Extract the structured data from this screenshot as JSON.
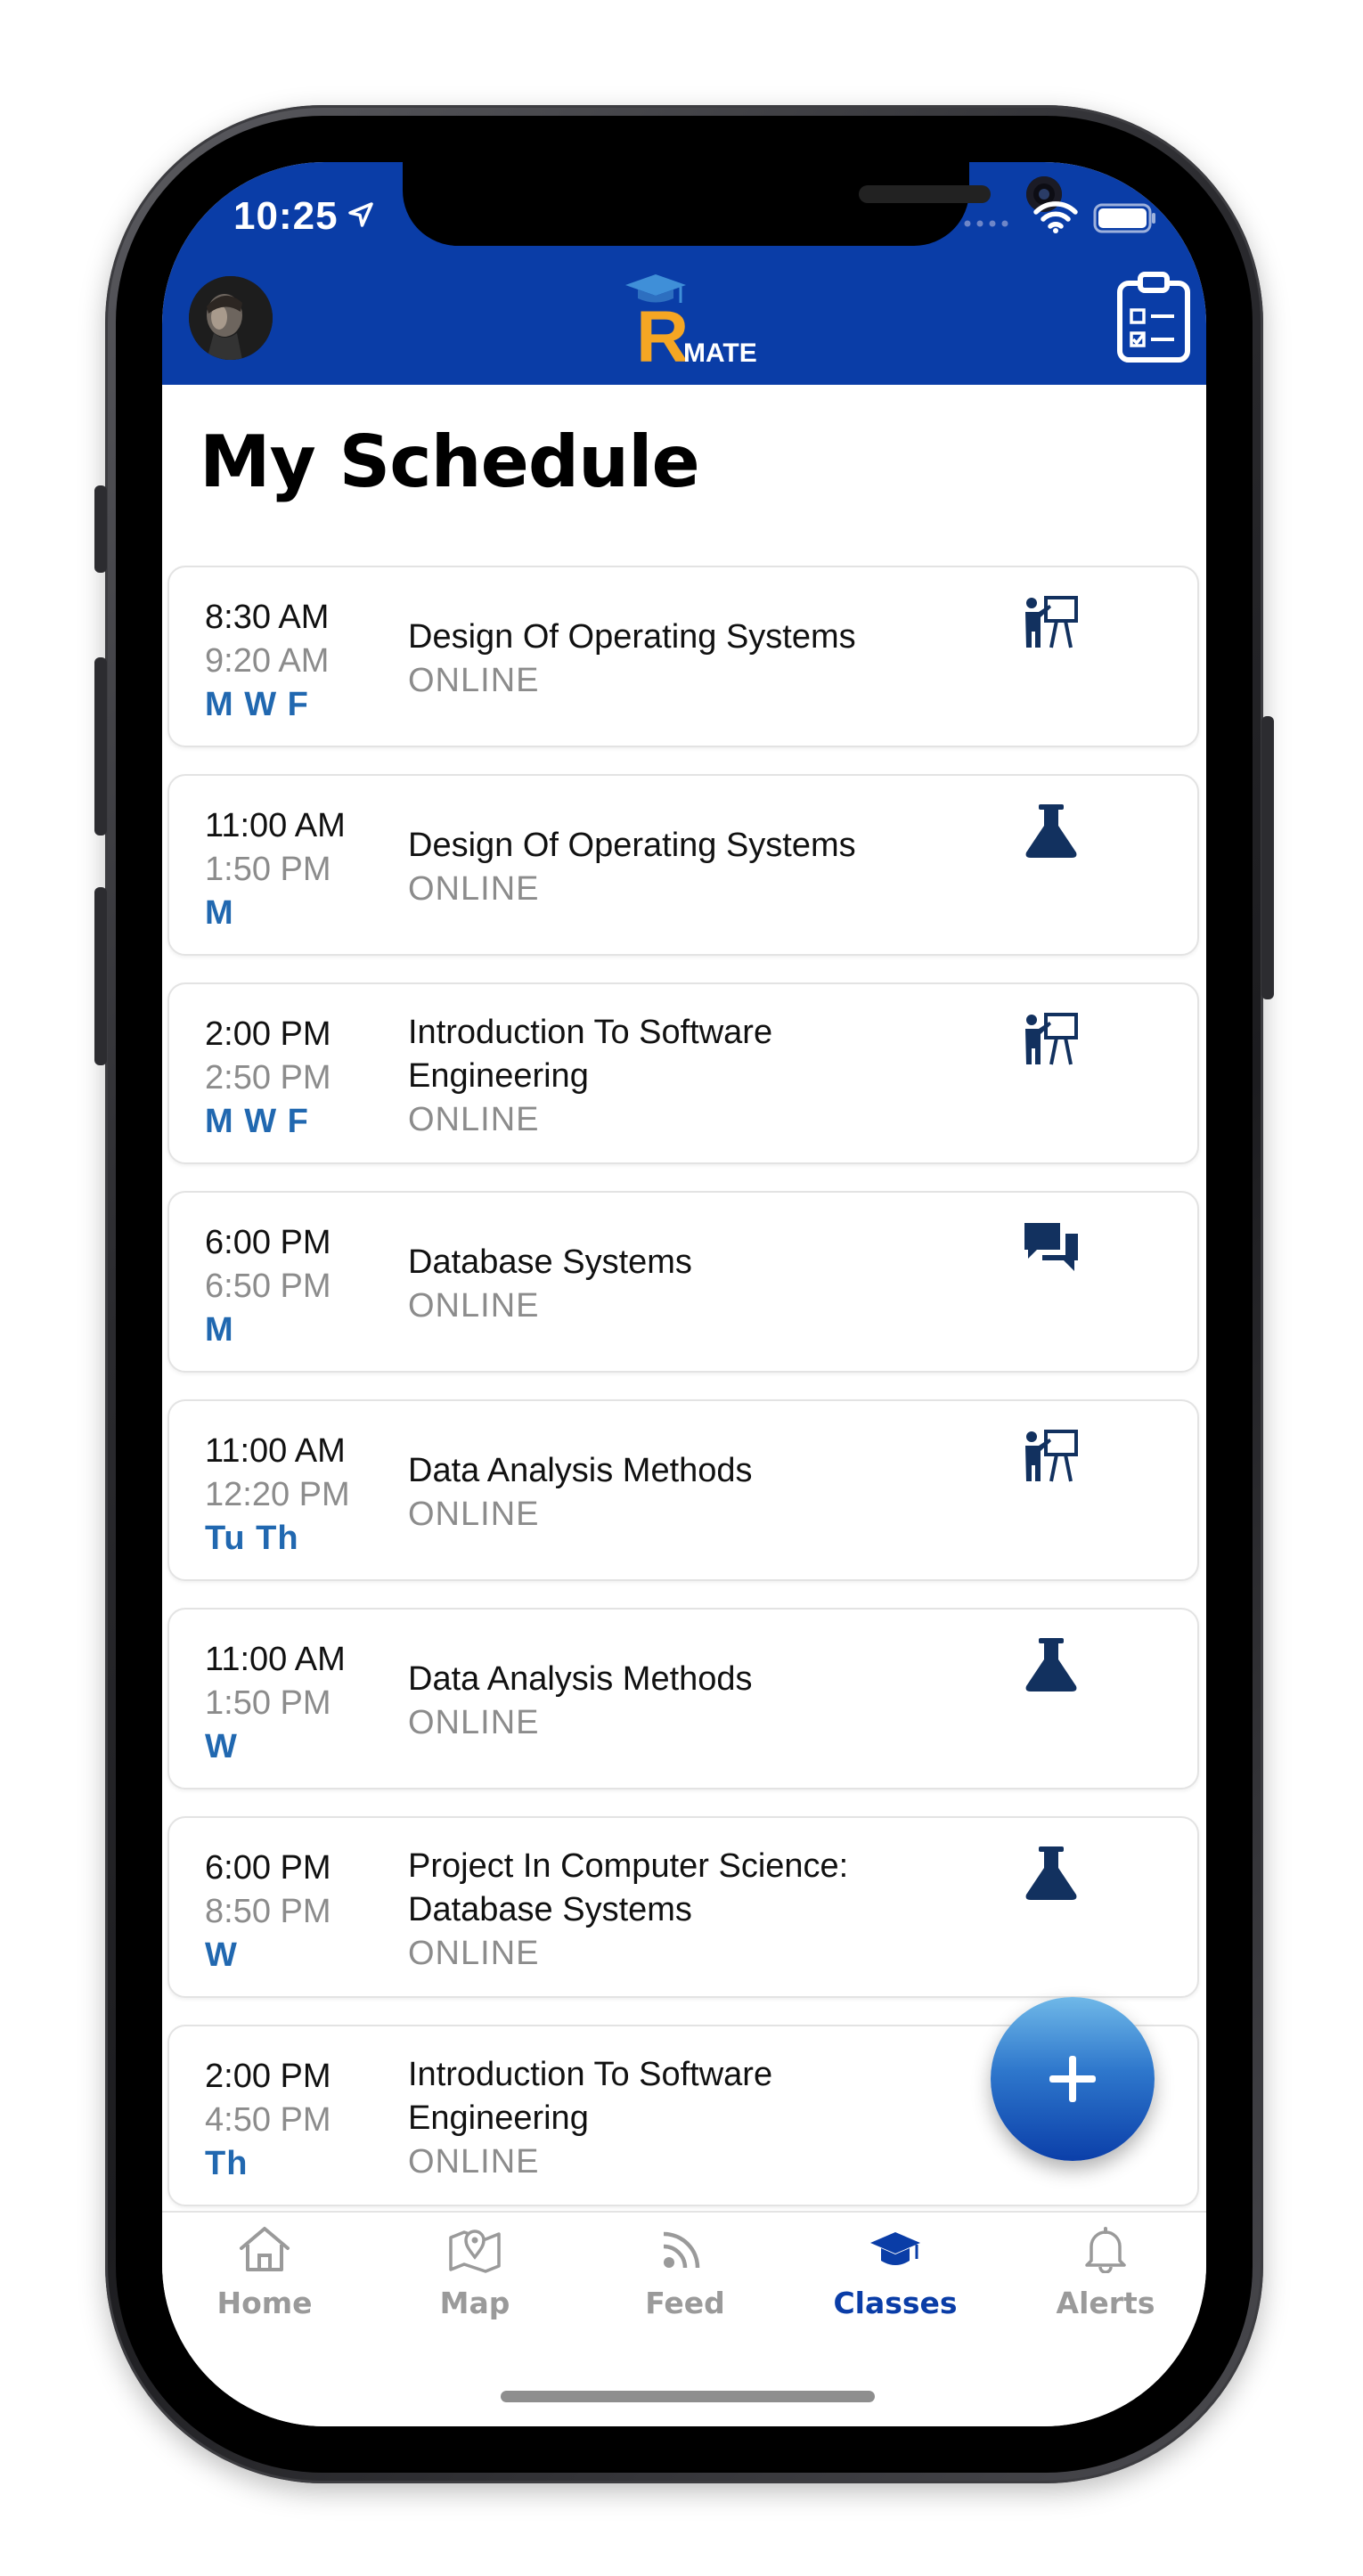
{
  "status_bar": {
    "time": "10:25"
  },
  "header": {
    "logo_letter": "R",
    "logo_word": "MATE",
    "colors": {
      "header_bg": "#0a3da7",
      "logo_gold": "#f5a623"
    }
  },
  "page": {
    "title": "My Schedule"
  },
  "courses": [
    {
      "start": "8:30 AM",
      "end": "9:20 AM",
      "days": "M W F",
      "name": "Design Of Operating Systems",
      "location": "ONLINE",
      "type_icon": "lecture-icon"
    },
    {
      "start": "11:00 AM",
      "end": "1:50 PM",
      "days": "M",
      "name": "Design Of Operating Systems",
      "location": "ONLINE",
      "type_icon": "lab-flask-icon"
    },
    {
      "start": "2:00 PM",
      "end": "2:50 PM",
      "days": "M W F",
      "name_line1": "Introduction To Software",
      "name_line2": "Engineering",
      "location": "ONLINE",
      "type_icon": "lecture-icon"
    },
    {
      "start": "6:00 PM",
      "end": "6:50 PM",
      "days": "M",
      "name": "Database Systems",
      "location": "ONLINE",
      "type_icon": "discussion-icon"
    },
    {
      "start": "11:00 AM",
      "end": "12:20 PM",
      "days": "Tu Th",
      "name": "Data Analysis Methods",
      "location": "ONLINE",
      "type_icon": "lecture-icon"
    },
    {
      "start": "11:00 AM",
      "end": "1:50 PM",
      "days": "W",
      "name": "Data Analysis Methods",
      "location": "ONLINE",
      "type_icon": "lab-flask-icon"
    },
    {
      "start": "6:00 PM",
      "end": "8:50 PM",
      "days": "W",
      "name_line1": "Project In Computer Science:",
      "name_line2": "Database Systems",
      "location": "ONLINE",
      "type_icon": "lab-flask-icon"
    },
    {
      "start": "2:00 PM",
      "end": "4:50 PM",
      "days": "Th",
      "name_line1": "Introduction To Software",
      "name_line2": "Engineering",
      "location": "ONLINE",
      "type_icon": "none"
    }
  ],
  "fab": {
    "icon": "plus-icon"
  },
  "tabs": [
    {
      "label": "Home",
      "icon": "home-icon",
      "active": false
    },
    {
      "label": "Map",
      "icon": "map-icon",
      "active": false
    },
    {
      "label": "Feed",
      "icon": "feed-icon",
      "active": false
    },
    {
      "label": "Classes",
      "icon": "graduation-cap-icon",
      "active": true
    },
    {
      "label": "Alerts",
      "icon": "bell-icon",
      "active": false
    }
  ],
  "colors": {
    "accent": "#0a3da7",
    "days_blue": "#2168b0",
    "muted_gray": "#8c8c8c",
    "icon_navy": "#12315f"
  }
}
